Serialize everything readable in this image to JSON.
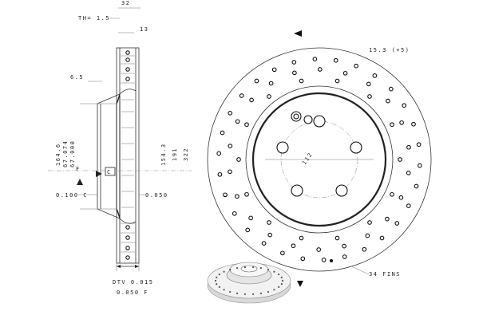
{
  "section_view": {
    "dims": {
      "outer_thickness": "32",
      "min_thickness": "TH= 1.5",
      "hat_depth": "13",
      "step": "6.5",
      "d1": "164.6",
      "d2": "67.074",
      "d3": "67.000",
      "d_mid": "154.3",
      "d_inner": "191",
      "d_outer": "322",
      "runout_left": "0.100 C",
      "runout_right": "0.050",
      "datum_c": "C",
      "datum_f": "F",
      "dtv": "DTV 0.015",
      "flatness": "0.050 F"
    }
  },
  "front_view": {
    "labels": {
      "bolt_circle": "112",
      "offset": "15.3 (+5)",
      "fins": "34 FINS"
    },
    "holes_outer_ring": 30,
    "holes_mid_ring": 22,
    "holes_inner_ring": 14,
    "bolt_holes": 5
  },
  "colors": {
    "line": "#222222",
    "background": "#ffffff",
    "shadow_gray": "#bbbbbb"
  }
}
